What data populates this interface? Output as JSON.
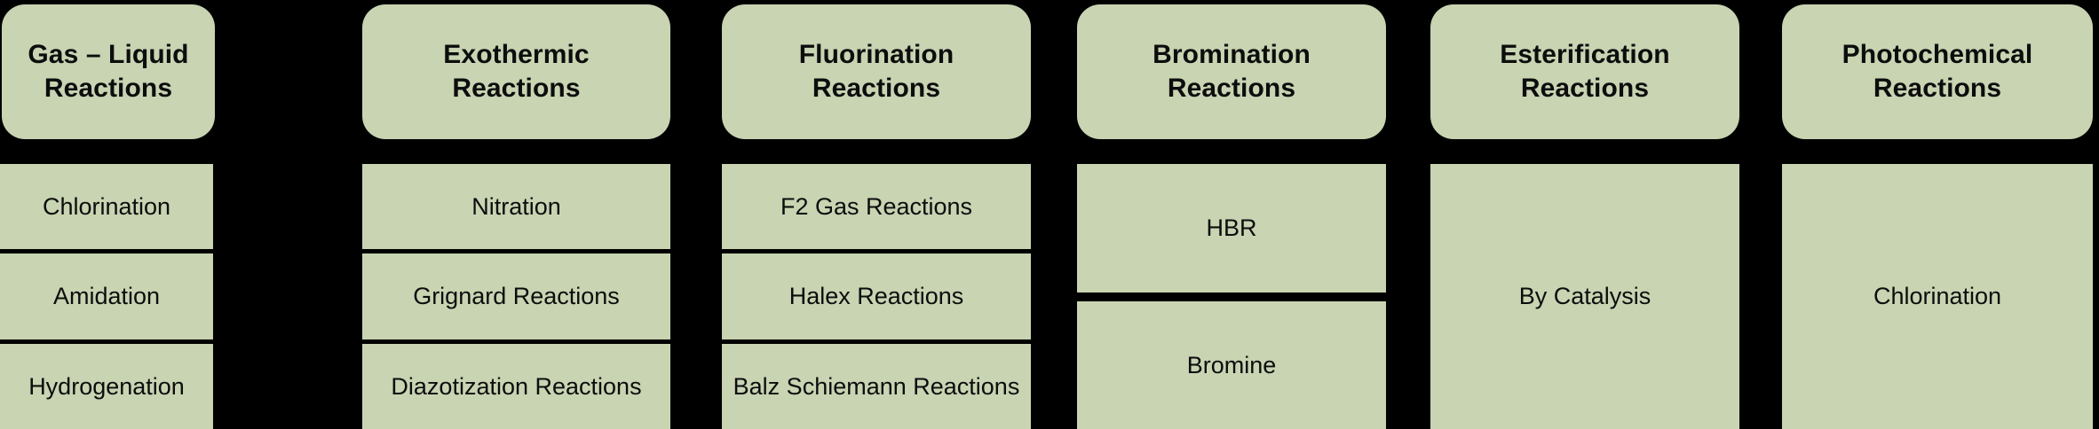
{
  "diagram": {
    "title_style": "process-category-matrix",
    "background_color": "#000000",
    "card_color": "#c8d4b2",
    "text_color": "#0d0d0d",
    "columns": [
      {
        "id": "gas-liquid-reactions",
        "header": "Gas – Liquid\nReactions",
        "items": [
          "Chlorination",
          "Amidation",
          "Hydrogenation"
        ]
      },
      {
        "id": "exothermic-reactions",
        "header": "Exothermic\nReactions",
        "items": [
          "Nitration",
          "Grignard Reactions",
          "Diazotization Reactions"
        ]
      },
      {
        "id": "fluorination-reactions",
        "header": "Fluorination\nReactions",
        "items": [
          "F2 Gas Reactions",
          "Halex Reactions",
          "Balz Schiemann Reactions"
        ]
      },
      {
        "id": "bromination-reactions",
        "header": "Bromination\nReactions",
        "items": [
          "HBR",
          "Bromine"
        ]
      },
      {
        "id": "esterification-reactions",
        "header": "Esterification\nReactions",
        "items": [
          "By Catalysis"
        ]
      },
      {
        "id": "photochemical-reactions",
        "header": "Photochemical\nReactions",
        "items": [
          "Chlorination"
        ]
      }
    ]
  }
}
